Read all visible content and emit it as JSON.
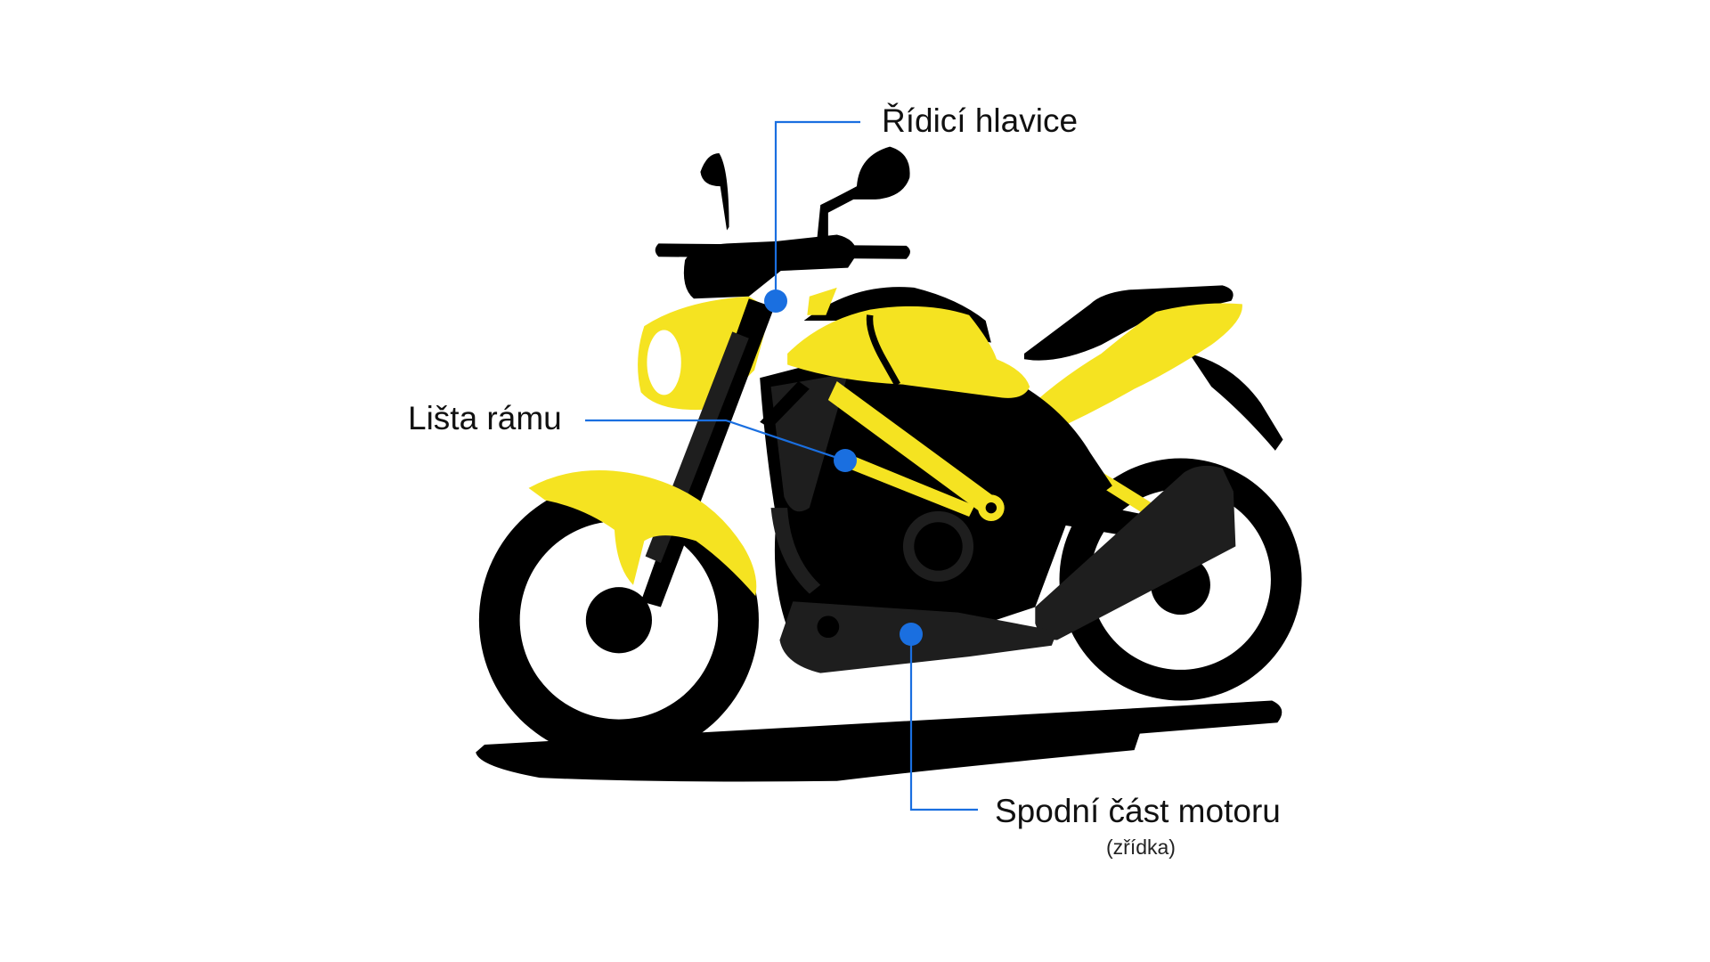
{
  "colors": {
    "accent": "#1a6fe0",
    "bike_body": "#f5e321",
    "bike_dark": "#000000",
    "engine_gray": "#1e1e1e",
    "background": "#ffffff"
  },
  "labels": {
    "steering_head": "Řídicí hlavice",
    "frame_rail": "Lišta rámu",
    "engine_bottom": "Spodní část motoru",
    "engine_bottom_note": "(zřídka)"
  }
}
